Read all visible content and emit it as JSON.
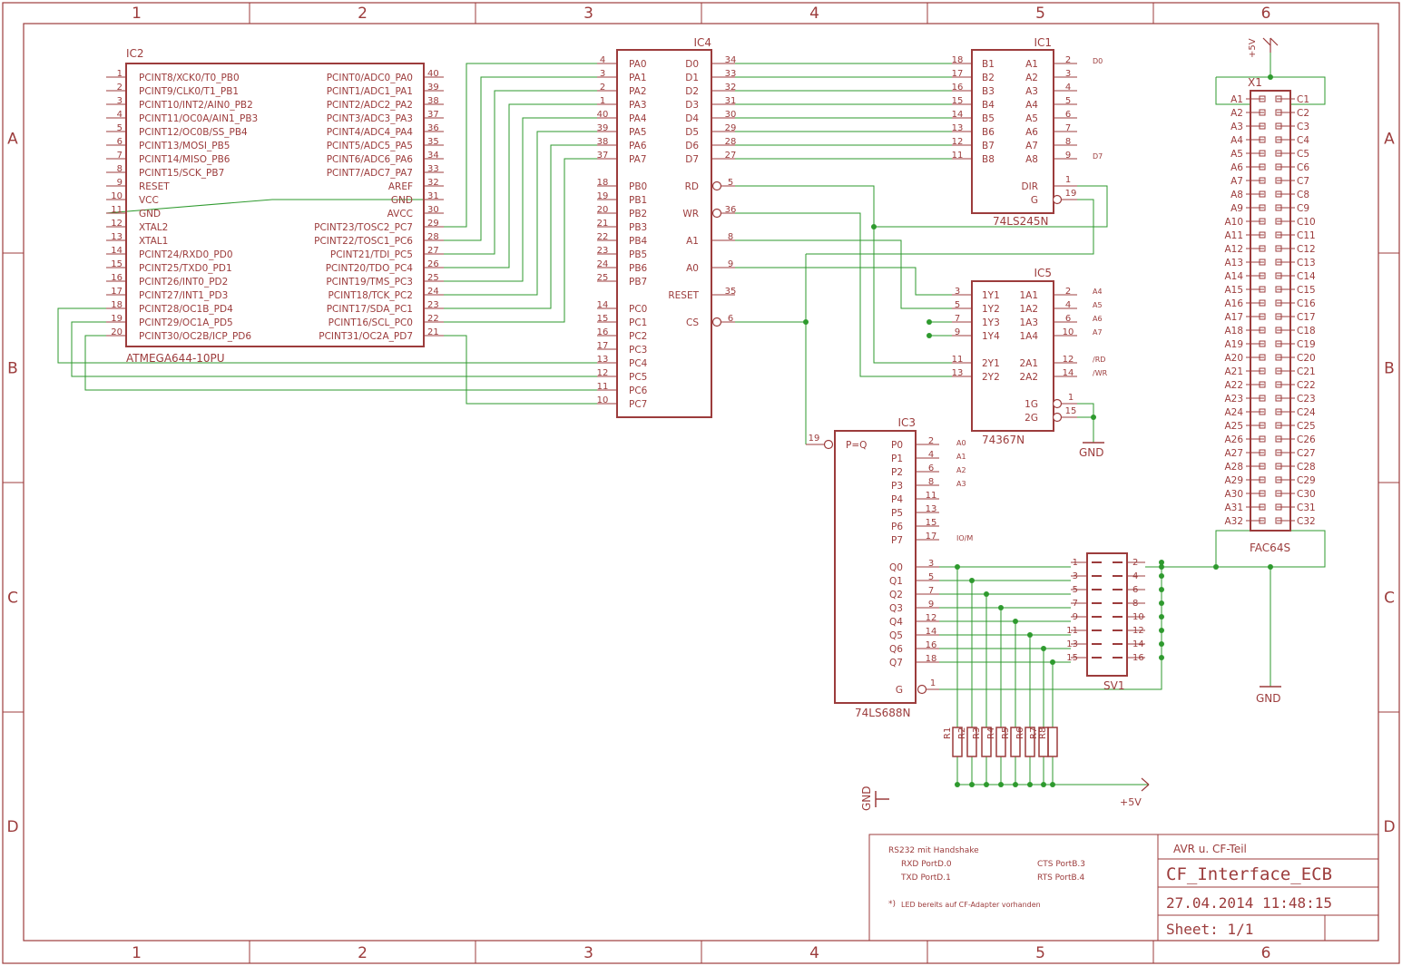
{
  "frame": {
    "columns": [
      "1",
      "2",
      "3",
      "4",
      "5",
      "6"
    ],
    "rows": [
      "A",
      "B",
      "C",
      "D"
    ]
  },
  "colors": {
    "part": "#9c3c3c",
    "net": "#2e9a2e",
    "pin_text": "#9c3c3c",
    "bg": "#ffffff"
  },
  "ic2": {
    "name": "IC2",
    "value": "ATMEGA644-10PU",
    "left_pins": [
      {
        "num": "1",
        "label": "PCINT8/XCK0/T0_PB0"
      },
      {
        "num": "2",
        "label": "PCINT9/CLK0/T1_PB1"
      },
      {
        "num": "3",
        "label": "PCINT10/INT2/AIN0_PB2"
      },
      {
        "num": "4",
        "label": "PCINT11/OC0A/AIN1_PB3"
      },
      {
        "num": "5",
        "label": "PCINT12/OC0B/SS_PB4"
      },
      {
        "num": "6",
        "label": "PCINT13/MOSI_PB5"
      },
      {
        "num": "7",
        "label": "PCINT14/MISO_PB6"
      },
      {
        "num": "8",
        "label": "PCINT15/SCK_PB7"
      },
      {
        "num": "9",
        "label": "RESET"
      },
      {
        "num": "10",
        "label": "VCC"
      },
      {
        "num": "11",
        "label": "GND"
      },
      {
        "num": "12",
        "label": "XTAL2"
      },
      {
        "num": "13",
        "label": "XTAL1"
      },
      {
        "num": "14",
        "label": "PCINT24/RXD0_PD0"
      },
      {
        "num": "15",
        "label": "PCINT25/TXD0_PD1"
      },
      {
        "num": "16",
        "label": "PCINT26/INT0_PD2"
      },
      {
        "num": "17",
        "label": "PCINT27/INT1_PD3"
      },
      {
        "num": "18",
        "label": "PCINT28/OC1B_PD4"
      },
      {
        "num": "19",
        "label": "PCINT29/OC1A_PD5"
      },
      {
        "num": "20",
        "label": "PCINT30/OC2B/ICP_PD6"
      }
    ],
    "right_pins": [
      {
        "num": "40",
        "label": "PCINT0/ADC0_PA0"
      },
      {
        "num": "39",
        "label": "PCINT1/ADC1_PA1"
      },
      {
        "num": "38",
        "label": "PCINT2/ADC2_PA2"
      },
      {
        "num": "37",
        "label": "PCINT3/ADC3_PA3"
      },
      {
        "num": "36",
        "label": "PCINT4/ADC4_PA4"
      },
      {
        "num": "35",
        "label": "PCINT5/ADC5_PA5"
      },
      {
        "num": "34",
        "label": "PCINT6/ADC6_PA6"
      },
      {
        "num": "33",
        "label": "PCINT7/ADC7_PA7"
      },
      {
        "num": "32",
        "label": "AREF"
      },
      {
        "num": "31",
        "label": "GND"
      },
      {
        "num": "30",
        "label": "AVCC"
      },
      {
        "num": "29",
        "label": "PCINT23/TOSC2_PC7"
      },
      {
        "num": "28",
        "label": "PCINT22/TOSC1_PC6"
      },
      {
        "num": "27",
        "label": "PCINT21/TDI_PC5"
      },
      {
        "num": "26",
        "label": "PCINT20/TDO_PC4"
      },
      {
        "num": "25",
        "label": "PCINT19/TMS_PC3"
      },
      {
        "num": "24",
        "label": "PCINT18/TCK_PC2"
      },
      {
        "num": "23",
        "label": "PCINT17/SDA_PC1"
      },
      {
        "num": "22",
        "label": "PCINT16/SCL_PC0"
      },
      {
        "num": "21",
        "label": "PCINT31/OC2A_PD7"
      }
    ]
  },
  "ic4": {
    "name": "IC4",
    "left_pins": [
      {
        "num": "4",
        "label": "PA0"
      },
      {
        "num": "3",
        "label": "PA1"
      },
      {
        "num": "2",
        "label": "PA2"
      },
      {
        "num": "1",
        "label": "PA3"
      },
      {
        "num": "40",
        "label": "PA4"
      },
      {
        "num": "39",
        "label": "PA5"
      },
      {
        "num": "38",
        "label": "PA6"
      },
      {
        "num": "37",
        "label": "PA7"
      },
      {
        "num": "18",
        "label": "PB0"
      },
      {
        "num": "19",
        "label": "PB1"
      },
      {
        "num": "20",
        "label": "PB2"
      },
      {
        "num": "21",
        "label": "PB3"
      },
      {
        "num": "22",
        "label": "PB4"
      },
      {
        "num": "23",
        "label": "PB5"
      },
      {
        "num": "24",
        "label": "PB6"
      },
      {
        "num": "25",
        "label": "PB7"
      },
      {
        "num": "14",
        "label": "PC0"
      },
      {
        "num": "15",
        "label": "PC1"
      },
      {
        "num": "16",
        "label": "PC2"
      },
      {
        "num": "17",
        "label": "PC3"
      },
      {
        "num": "13",
        "label": "PC4"
      },
      {
        "num": "12",
        "label": "PC5"
      },
      {
        "num": "11",
        "label": "PC6"
      },
      {
        "num": "10",
        "label": "PC7"
      }
    ],
    "right_data": [
      {
        "num": "34",
        "label": "D0"
      },
      {
        "num": "33",
        "label": "D1"
      },
      {
        "num": "32",
        "label": "D2"
      },
      {
        "num": "31",
        "label": "D3"
      },
      {
        "num": "30",
        "label": "D4"
      },
      {
        "num": "29",
        "label": "D5"
      },
      {
        "num": "28",
        "label": "D6"
      },
      {
        "num": "27",
        "label": "D7"
      }
    ],
    "right_ctrl": [
      {
        "num": "5",
        "label": "RD"
      },
      {
        "num": "36",
        "label": "WR"
      },
      {
        "num": "8",
        "label": "A1"
      },
      {
        "num": "9",
        "label": "A0"
      },
      {
        "num": "35",
        "label": "RESET"
      },
      {
        "num": "6",
        "label": "CS"
      }
    ]
  },
  "ic1": {
    "name": "IC1",
    "value": "74LS245N",
    "left_pins": [
      {
        "num": "18",
        "label": "B1"
      },
      {
        "num": "17",
        "label": "B2"
      },
      {
        "num": "16",
        "label": "B3"
      },
      {
        "num": "15",
        "label": "B4"
      },
      {
        "num": "14",
        "label": "B5"
      },
      {
        "num": "13",
        "label": "B6"
      },
      {
        "num": "12",
        "label": "B7"
      },
      {
        "num": "11",
        "label": "B8"
      }
    ],
    "right_pins": [
      {
        "num": "2",
        "label": "A1"
      },
      {
        "num": "3",
        "label": "A2"
      },
      {
        "num": "4",
        "label": "A3"
      },
      {
        "num": "5",
        "label": "A4"
      },
      {
        "num": "6",
        "label": "A5"
      },
      {
        "num": "7",
        "label": "A6"
      },
      {
        "num": "8",
        "label": "A7"
      },
      {
        "num": "9",
        "label": "A8"
      }
    ],
    "ctrl_pins": [
      {
        "num": "1",
        "label": "DIR"
      },
      {
        "num": "19",
        "label": "G"
      }
    ],
    "net_d0": "D0",
    "net_d7": "D7"
  },
  "ic5": {
    "name": "IC5",
    "value": "74367N",
    "left_pins": [
      {
        "num": "3",
        "label": "1Y1"
      },
      {
        "num": "5",
        "label": "1Y2"
      },
      {
        "num": "7",
        "label": "1Y3"
      },
      {
        "num": "9",
        "label": "1Y4"
      },
      {
        "num": "11",
        "label": "2Y1"
      },
      {
        "num": "13",
        "label": "2Y2"
      }
    ],
    "right_pins": [
      {
        "num": "2",
        "label": "1A1",
        "net": "A4"
      },
      {
        "num": "4",
        "label": "1A2",
        "net": "A5"
      },
      {
        "num": "6",
        "label": "1A3",
        "net": "A6"
      },
      {
        "num": "10",
        "label": "1A4",
        "net": "A7"
      },
      {
        "num": "12",
        "label": "2A1",
        "net": "/RD"
      },
      {
        "num": "14",
        "label": "2A2",
        "net": "/WR"
      }
    ],
    "enable_pins": [
      {
        "num": "1",
        "label": "1G"
      },
      {
        "num": "15",
        "label": "2G"
      }
    ]
  },
  "ic3": {
    "name": "IC3",
    "value": "74LS688N",
    "peq": {
      "num": "19",
      "label": "P=Q"
    },
    "p_pins": [
      {
        "num": "2",
        "label": "P0",
        "net": "A0"
      },
      {
        "num": "4",
        "label": "P1",
        "net": "A1"
      },
      {
        "num": "6",
        "label": "P2",
        "net": "A2"
      },
      {
        "num": "8",
        "label": "P3",
        "net": "A3"
      },
      {
        "num": "11",
        "label": "P4",
        "net": ""
      },
      {
        "num": "13",
        "label": "P5",
        "net": ""
      },
      {
        "num": "15",
        "label": "P6",
        "net": ""
      },
      {
        "num": "17",
        "label": "P7",
        "net": "IO/M"
      }
    ],
    "q_pins": [
      {
        "num": "3",
        "label": "Q0"
      },
      {
        "num": "5",
        "label": "Q1"
      },
      {
        "num": "7",
        "label": "Q2"
      },
      {
        "num": "9",
        "label": "Q3"
      },
      {
        "num": "12",
        "label": "Q4"
      },
      {
        "num": "14",
        "label": "Q5"
      },
      {
        "num": "16",
        "label": "Q6"
      },
      {
        "num": "18",
        "label": "Q7"
      }
    ],
    "g_pin": {
      "num": "1",
      "label": "G"
    }
  },
  "sv1": {
    "name": "SV1",
    "left_nums": [
      "1",
      "3",
      "5",
      "7",
      "9",
      "11",
      "13",
      "15"
    ],
    "right_nums": [
      "2",
      "4",
      "6",
      "8",
      "10",
      "12",
      "14",
      "16"
    ]
  },
  "x1": {
    "name": "X1",
    "value": "FAC64S",
    "rows": [
      "1",
      "2",
      "3",
      "4",
      "5",
      "6",
      "7",
      "8",
      "9",
      "10",
      "11",
      "12",
      "13",
      "14",
      "15",
      "16",
      "17",
      "18",
      "19",
      "20",
      "21",
      "22",
      "23",
      "24",
      "25",
      "26",
      "27",
      "28",
      "29",
      "30",
      "31",
      "32"
    ],
    "a_prefix": "A",
    "c_prefix": "C"
  },
  "resistors": [
    "R1",
    "R2",
    "R3",
    "R4",
    "R5",
    "R6",
    "R7",
    "R8"
  ],
  "supplies": {
    "vcc": "+5V",
    "gnd": "GND"
  },
  "notes": {
    "title": "RS232 mit Handshake",
    "rxd": "RXD PortD.0",
    "txd": "TXD PortD.1",
    "cts": "CTS PortB.3",
    "rts": "RTS PortB.4",
    "led_star": "*)",
    "led": "LED bereits auf CF-Adapter vorhanden"
  },
  "title_block": {
    "project": "AVR u. CF-Teil",
    "name": "CF_Interface_ECB",
    "date": "27.04.2014 11:48:15",
    "sheet": "Sheet: 1/1"
  }
}
